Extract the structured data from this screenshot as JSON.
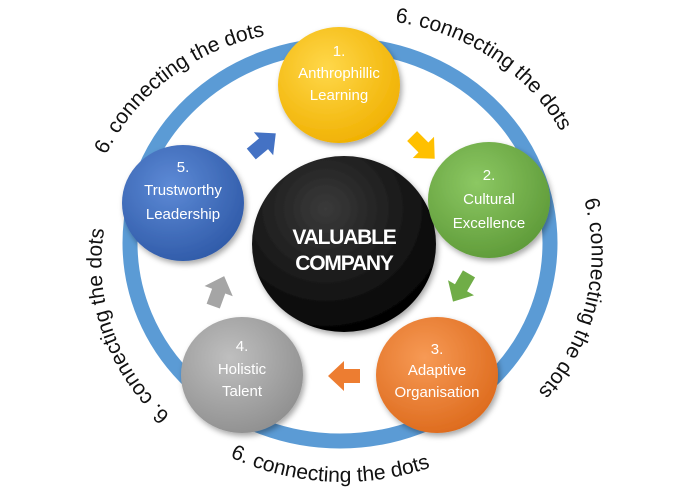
{
  "center": {
    "lines": [
      "VALUABLE",
      "COMPANY"
    ]
  },
  "nodes": [
    {
      "number": "1.",
      "lines": [
        "Anthrophillic",
        "Learning"
      ]
    },
    {
      "number": "2.",
      "lines": [
        "Cultural",
        "Excellence"
      ]
    },
    {
      "number": "3.",
      "lines": [
        "Adaptive",
        "Organisation"
      ]
    },
    {
      "number": "4.",
      "lines": [
        "Holistic",
        "Talent"
      ]
    },
    {
      "number": "5.",
      "lines": [
        "Trustworthy",
        "Leadership"
      ]
    }
  ],
  "connectors": [
    {
      "text": "6. connecting the dots"
    },
    {
      "text": "6. connecting the dots"
    },
    {
      "text": "6. connecting the dots"
    },
    {
      "text": "6. connecting the dots"
    },
    {
      "text": "6. connecting the dots"
    }
  ],
  "colors": {
    "ring": "#5b9bd5",
    "center": "#0d0d0d",
    "node1": "#ffc000",
    "node2": "#70ad47",
    "node3": "#ed7d31",
    "node4": "#a5a5a5",
    "node5": "#4472c4"
  }
}
